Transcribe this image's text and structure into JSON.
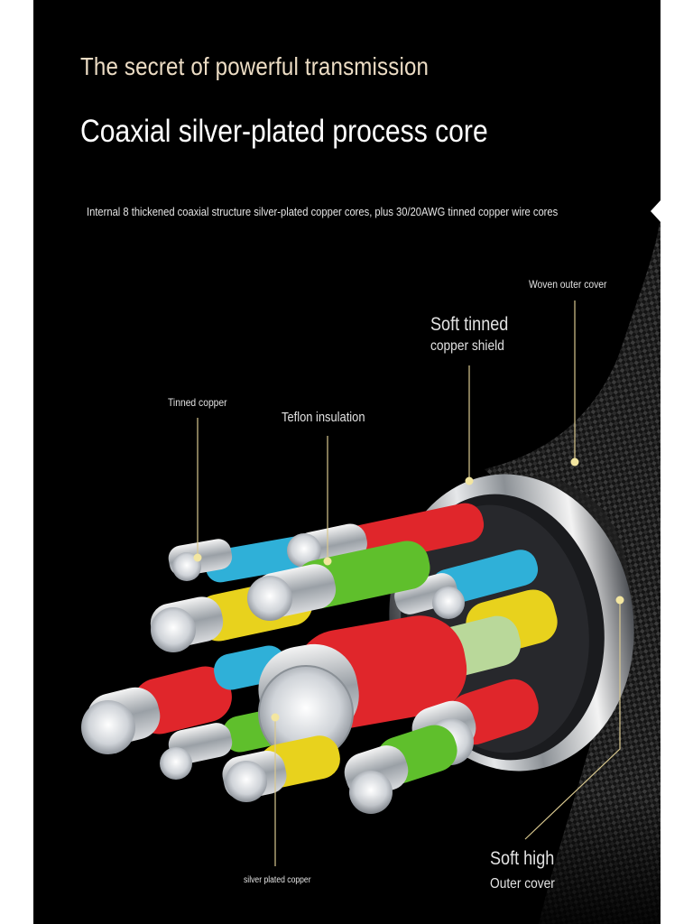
{
  "header": {
    "headline": "The secret of powerful transmission",
    "subhead": "Coaxial silver-plated process core",
    "description": "Internal 8 thickened coaxial structure silver-plated copper cores, plus 30/20AWG tinned copper wire cores"
  },
  "callouts": {
    "woven_outer_cover": "Woven outer cover",
    "soft_tinned_line1": "Soft tinned",
    "soft_tinned_line2": "copper shield",
    "tinned_copper": "Tinned copper",
    "teflon_insulation": "Teflon insulation",
    "silver_plated_copper": "silver plated copper",
    "soft_high_line1": "Soft high",
    "soft_high_line2": "Outer cover"
  },
  "colors": {
    "background": "#000000",
    "headline": "#ecdcc4",
    "callout_line": "#d9c88f",
    "callout_dot": "#f3e6a0",
    "insulation_red": "#e0262b",
    "insulation_green": "#5fbf2c",
    "insulation_yellow": "#e8d21d",
    "insulation_blue": "#2fb0d8",
    "insulation_pale_green": "#b9d89a"
  }
}
